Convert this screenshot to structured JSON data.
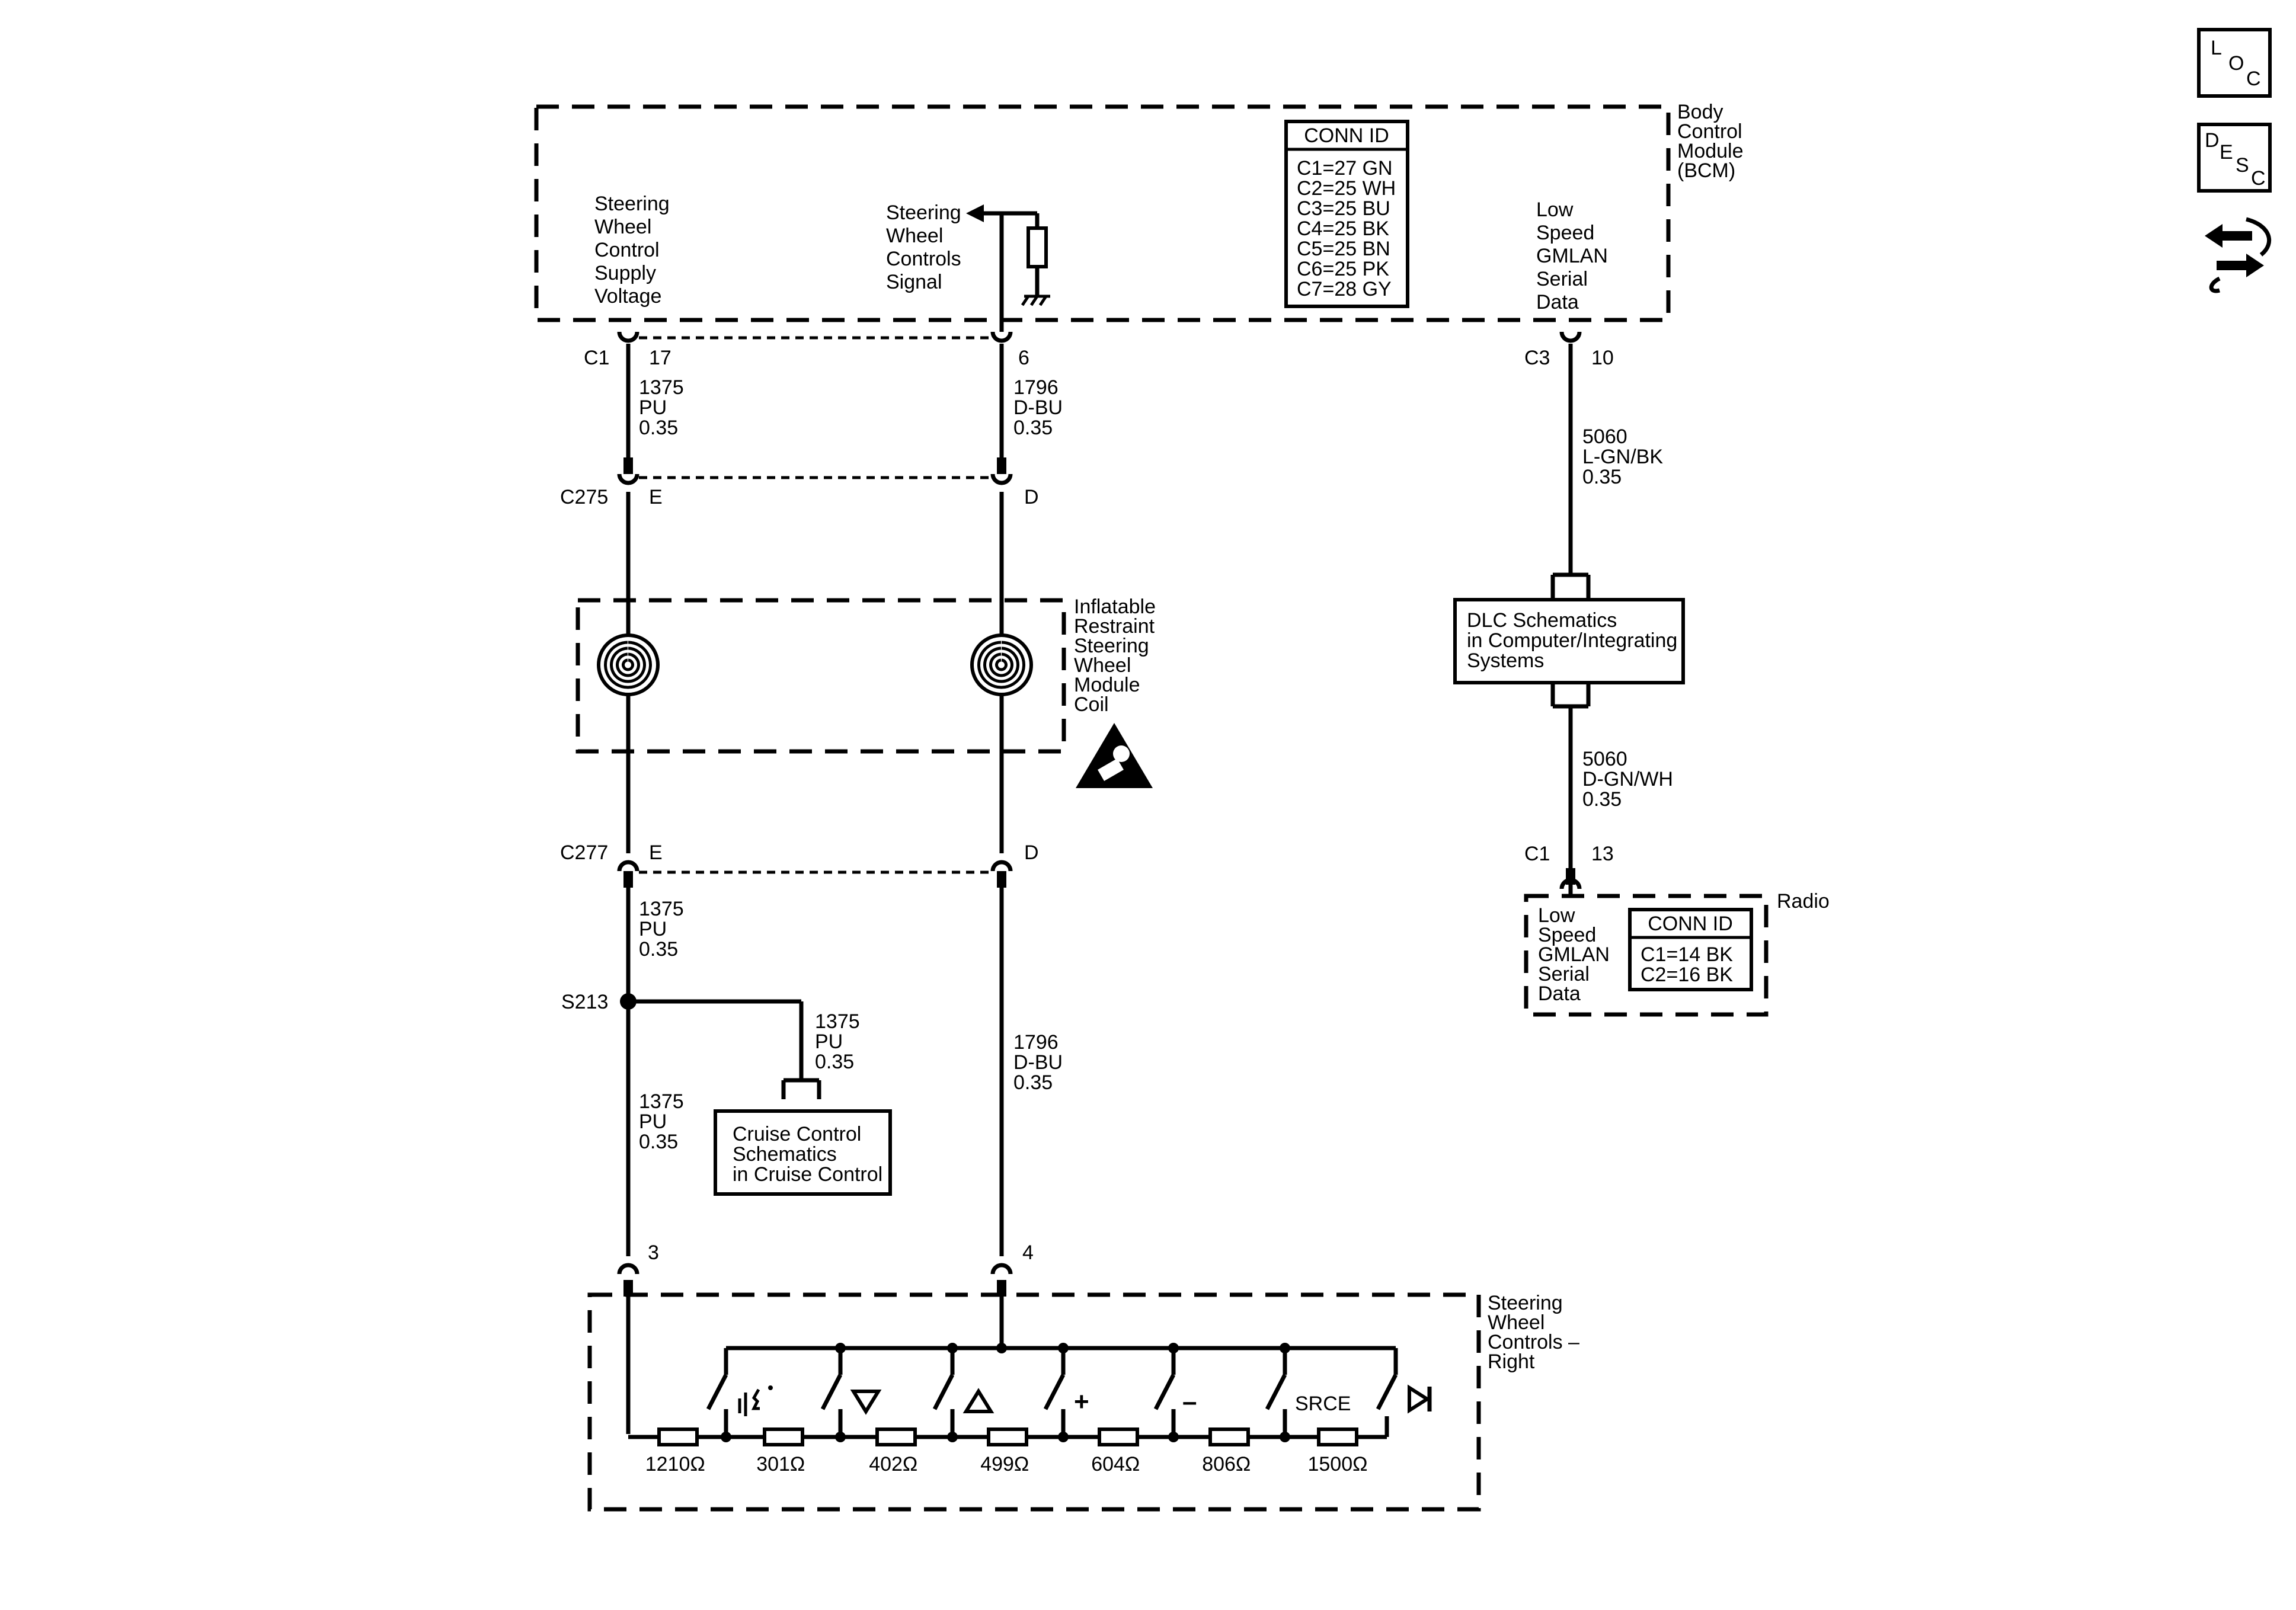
{
  "bcm": {
    "label": [
      "Body",
      "Control",
      "Module",
      "(BCM)"
    ],
    "supply_label": [
      "Steering",
      "Wheel",
      "Control",
      "Supply",
      "Voltage"
    ],
    "signal_label": [
      "Steering",
      "Wheel",
      "Controls",
      "Signal"
    ],
    "gmlan_label": [
      "Low",
      "Speed",
      "GMLAN",
      "Serial",
      "Data"
    ],
    "conn_id": {
      "title": "CONN ID",
      "rows": [
        "C1=27 GN",
        "C2=25 WH",
        "C3=25 BU",
        "C4=25 BK",
        "C5=25 BN",
        "C6=25 PK",
        "C7=28 GY"
      ]
    }
  },
  "connectors": {
    "c1": "C1",
    "c1_pin_left": "17",
    "c1_pin_right": "6",
    "c3": "C3",
    "c3_pin": "10",
    "c275": "C275",
    "c275_pin_left": "E",
    "c275_pin_right": "D",
    "c277": "C277",
    "c277_pin_left": "E",
    "c277_pin_right": "D",
    "radio_c1": "C1",
    "radio_c1_pin": "13",
    "swc_pin_left": "3",
    "swc_pin_right": "4"
  },
  "wires": {
    "w1375_a": [
      "1375",
      "PU",
      "0.35"
    ],
    "w1796_a": [
      "1796",
      "D-BU",
      "0.35"
    ],
    "w5060_a": [
      "5060",
      "L-GN/BK",
      "0.35"
    ],
    "w5060_b": [
      "5060",
      "D-GN/WH",
      "0.35"
    ],
    "w1375_b": [
      "1375",
      "PU",
      "0.35"
    ],
    "w1375_c": [
      "1375",
      "PU",
      "0.35"
    ],
    "w1375_d": [
      "1375",
      "PU",
      "0.35"
    ],
    "w1796_b": [
      "1796",
      "D-BU",
      "0.35"
    ]
  },
  "splice": "S213",
  "coil": {
    "label": [
      "Inflatable",
      "Restraint",
      "Steering",
      "Wheel",
      "Module",
      "Coil"
    ]
  },
  "dlc_box": [
    "DLC Schematics",
    "in Computer/Integrating",
    "Systems"
  ],
  "cruise_box": [
    "Cruise Control",
    "Schematics",
    "in Cruise Control"
  ],
  "radio": {
    "label": "Radio",
    "gmlan_label": [
      "Low",
      "Speed",
      "GMLAN",
      "Serial",
      "Data"
    ],
    "conn_id": {
      "title": "CONN ID",
      "rows": [
        "C1=14 BK",
        "C2=16 BK"
      ]
    }
  },
  "swc": {
    "label": [
      "Steering",
      "Wheel",
      "Controls –",
      "Right"
    ],
    "resistors": [
      "1210Ω",
      "301Ω",
      "402Ω",
      "499Ω",
      "604Ω",
      "806Ω",
      "1500Ω"
    ],
    "switch_source": "SRCE",
    "switch_plus": "+",
    "switch_minus": "–"
  },
  "nav_icons": {
    "loc": [
      "L",
      "O",
      "C"
    ],
    "desc": [
      "D",
      "E",
      "S",
      "C"
    ],
    "nav_icon": "navigation-arrows-icon"
  },
  "colors": {
    "ink": "#000000",
    "background": "#ffffff"
  }
}
